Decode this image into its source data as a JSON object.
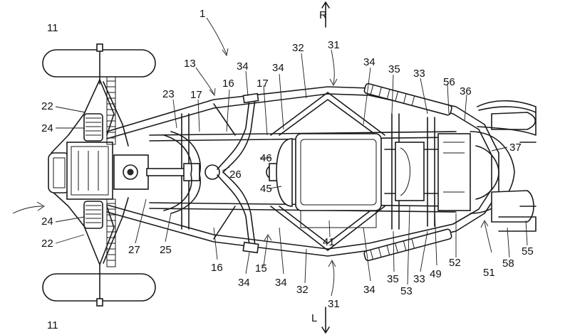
{
  "direction": {
    "rear": "R",
    "left": "L"
  },
  "labels": [
    {
      "id": "l1",
      "text": "1"
    },
    {
      "id": "l11a",
      "text": "11"
    },
    {
      "id": "l11b",
      "text": "11"
    },
    {
      "id": "l13",
      "text": "13"
    },
    {
      "id": "l15",
      "text": "15"
    },
    {
      "id": "l16a",
      "text": "16"
    },
    {
      "id": "l16b",
      "text": "16"
    },
    {
      "id": "l17a",
      "text": "17"
    },
    {
      "id": "l17b",
      "text": "17"
    },
    {
      "id": "l22a",
      "text": "22"
    },
    {
      "id": "l22b",
      "text": "22"
    },
    {
      "id": "l23",
      "text": "23"
    },
    {
      "id": "l24a",
      "text": "24"
    },
    {
      "id": "l24b",
      "text": "24"
    },
    {
      "id": "l25",
      "text": "25"
    },
    {
      "id": "l26",
      "text": "26"
    },
    {
      "id": "l27",
      "text": "27"
    },
    {
      "id": "l31a",
      "text": "31"
    },
    {
      "id": "l31b",
      "text": "31"
    },
    {
      "id": "l32a",
      "text": "32"
    },
    {
      "id": "l32b",
      "text": "32"
    },
    {
      "id": "l33a",
      "text": "33"
    },
    {
      "id": "l33b",
      "text": "33"
    },
    {
      "id": "l34a",
      "text": "34"
    },
    {
      "id": "l34b",
      "text": "34"
    },
    {
      "id": "l34c",
      "text": "34"
    },
    {
      "id": "l34d",
      "text": "34"
    },
    {
      "id": "l34e",
      "text": "34"
    },
    {
      "id": "l34f",
      "text": "34"
    },
    {
      "id": "l35a",
      "text": "35"
    },
    {
      "id": "l35b",
      "text": "35"
    },
    {
      "id": "l36",
      "text": "36"
    },
    {
      "id": "l37",
      "text": "37"
    },
    {
      "id": "l41",
      "text": "41"
    },
    {
      "id": "l45",
      "text": "45"
    },
    {
      "id": "l46",
      "text": "46"
    },
    {
      "id": "l49",
      "text": "49"
    },
    {
      "id": "l51",
      "text": "51"
    },
    {
      "id": "l52",
      "text": "52"
    },
    {
      "id": "l53",
      "text": "53"
    },
    {
      "id": "l55",
      "text": "55"
    },
    {
      "id": "l56",
      "text": "56"
    },
    {
      "id": "l58",
      "text": "58"
    }
  ]
}
